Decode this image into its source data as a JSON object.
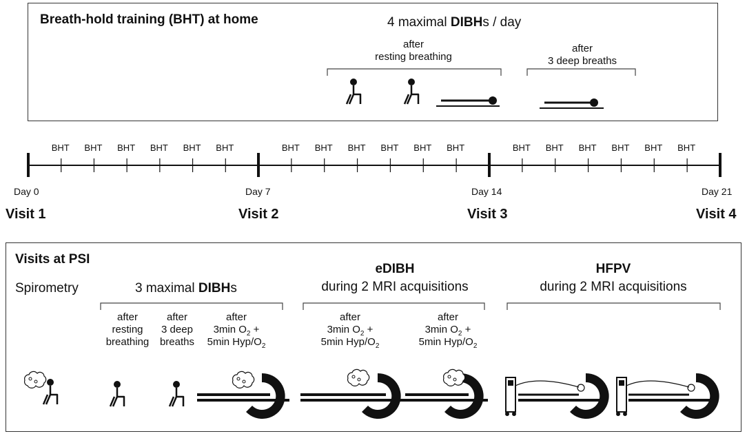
{
  "home": {
    "title": "Breath-hold training (BHT) at home",
    "header_pre": "4 maximal ",
    "header_bold": "DIBH",
    "header_post": "s / day",
    "group1": [
      "after",
      "resting breathing"
    ],
    "group2": [
      "after",
      "3 deep breaths"
    ]
  },
  "timeline": {
    "bht_label": "BHT",
    "days": [
      "Day 0",
      "Day 7",
      "Day 14",
      "Day 21"
    ],
    "visits": [
      "Visit 1",
      "Visit 2",
      "Visit 3",
      "Visit 4"
    ]
  },
  "psi": {
    "title": "Visits at PSI",
    "spirometry": "Spirometry",
    "dibh_pre": "3 maximal ",
    "dibh_bold": "DIBH",
    "dibh_post": "s",
    "c1": [
      "after",
      "resting",
      "breathing"
    ],
    "c2": [
      "after",
      "3 deep",
      "breaths"
    ],
    "o2_after": "after",
    "o2_line2_pre": "3min O",
    "o2_sub": "2",
    "o2_line2_post": " +",
    "o2_line3_pre": "5min Hyp/O",
    "o2_line3_sub": "2",
    "edibh_title": "eDIBH",
    "edibh_sub": "during 2 MRI acquisitions",
    "hfpv_title": "HFPV",
    "hfpv_sub": "during 2 MRI acquisitions"
  }
}
